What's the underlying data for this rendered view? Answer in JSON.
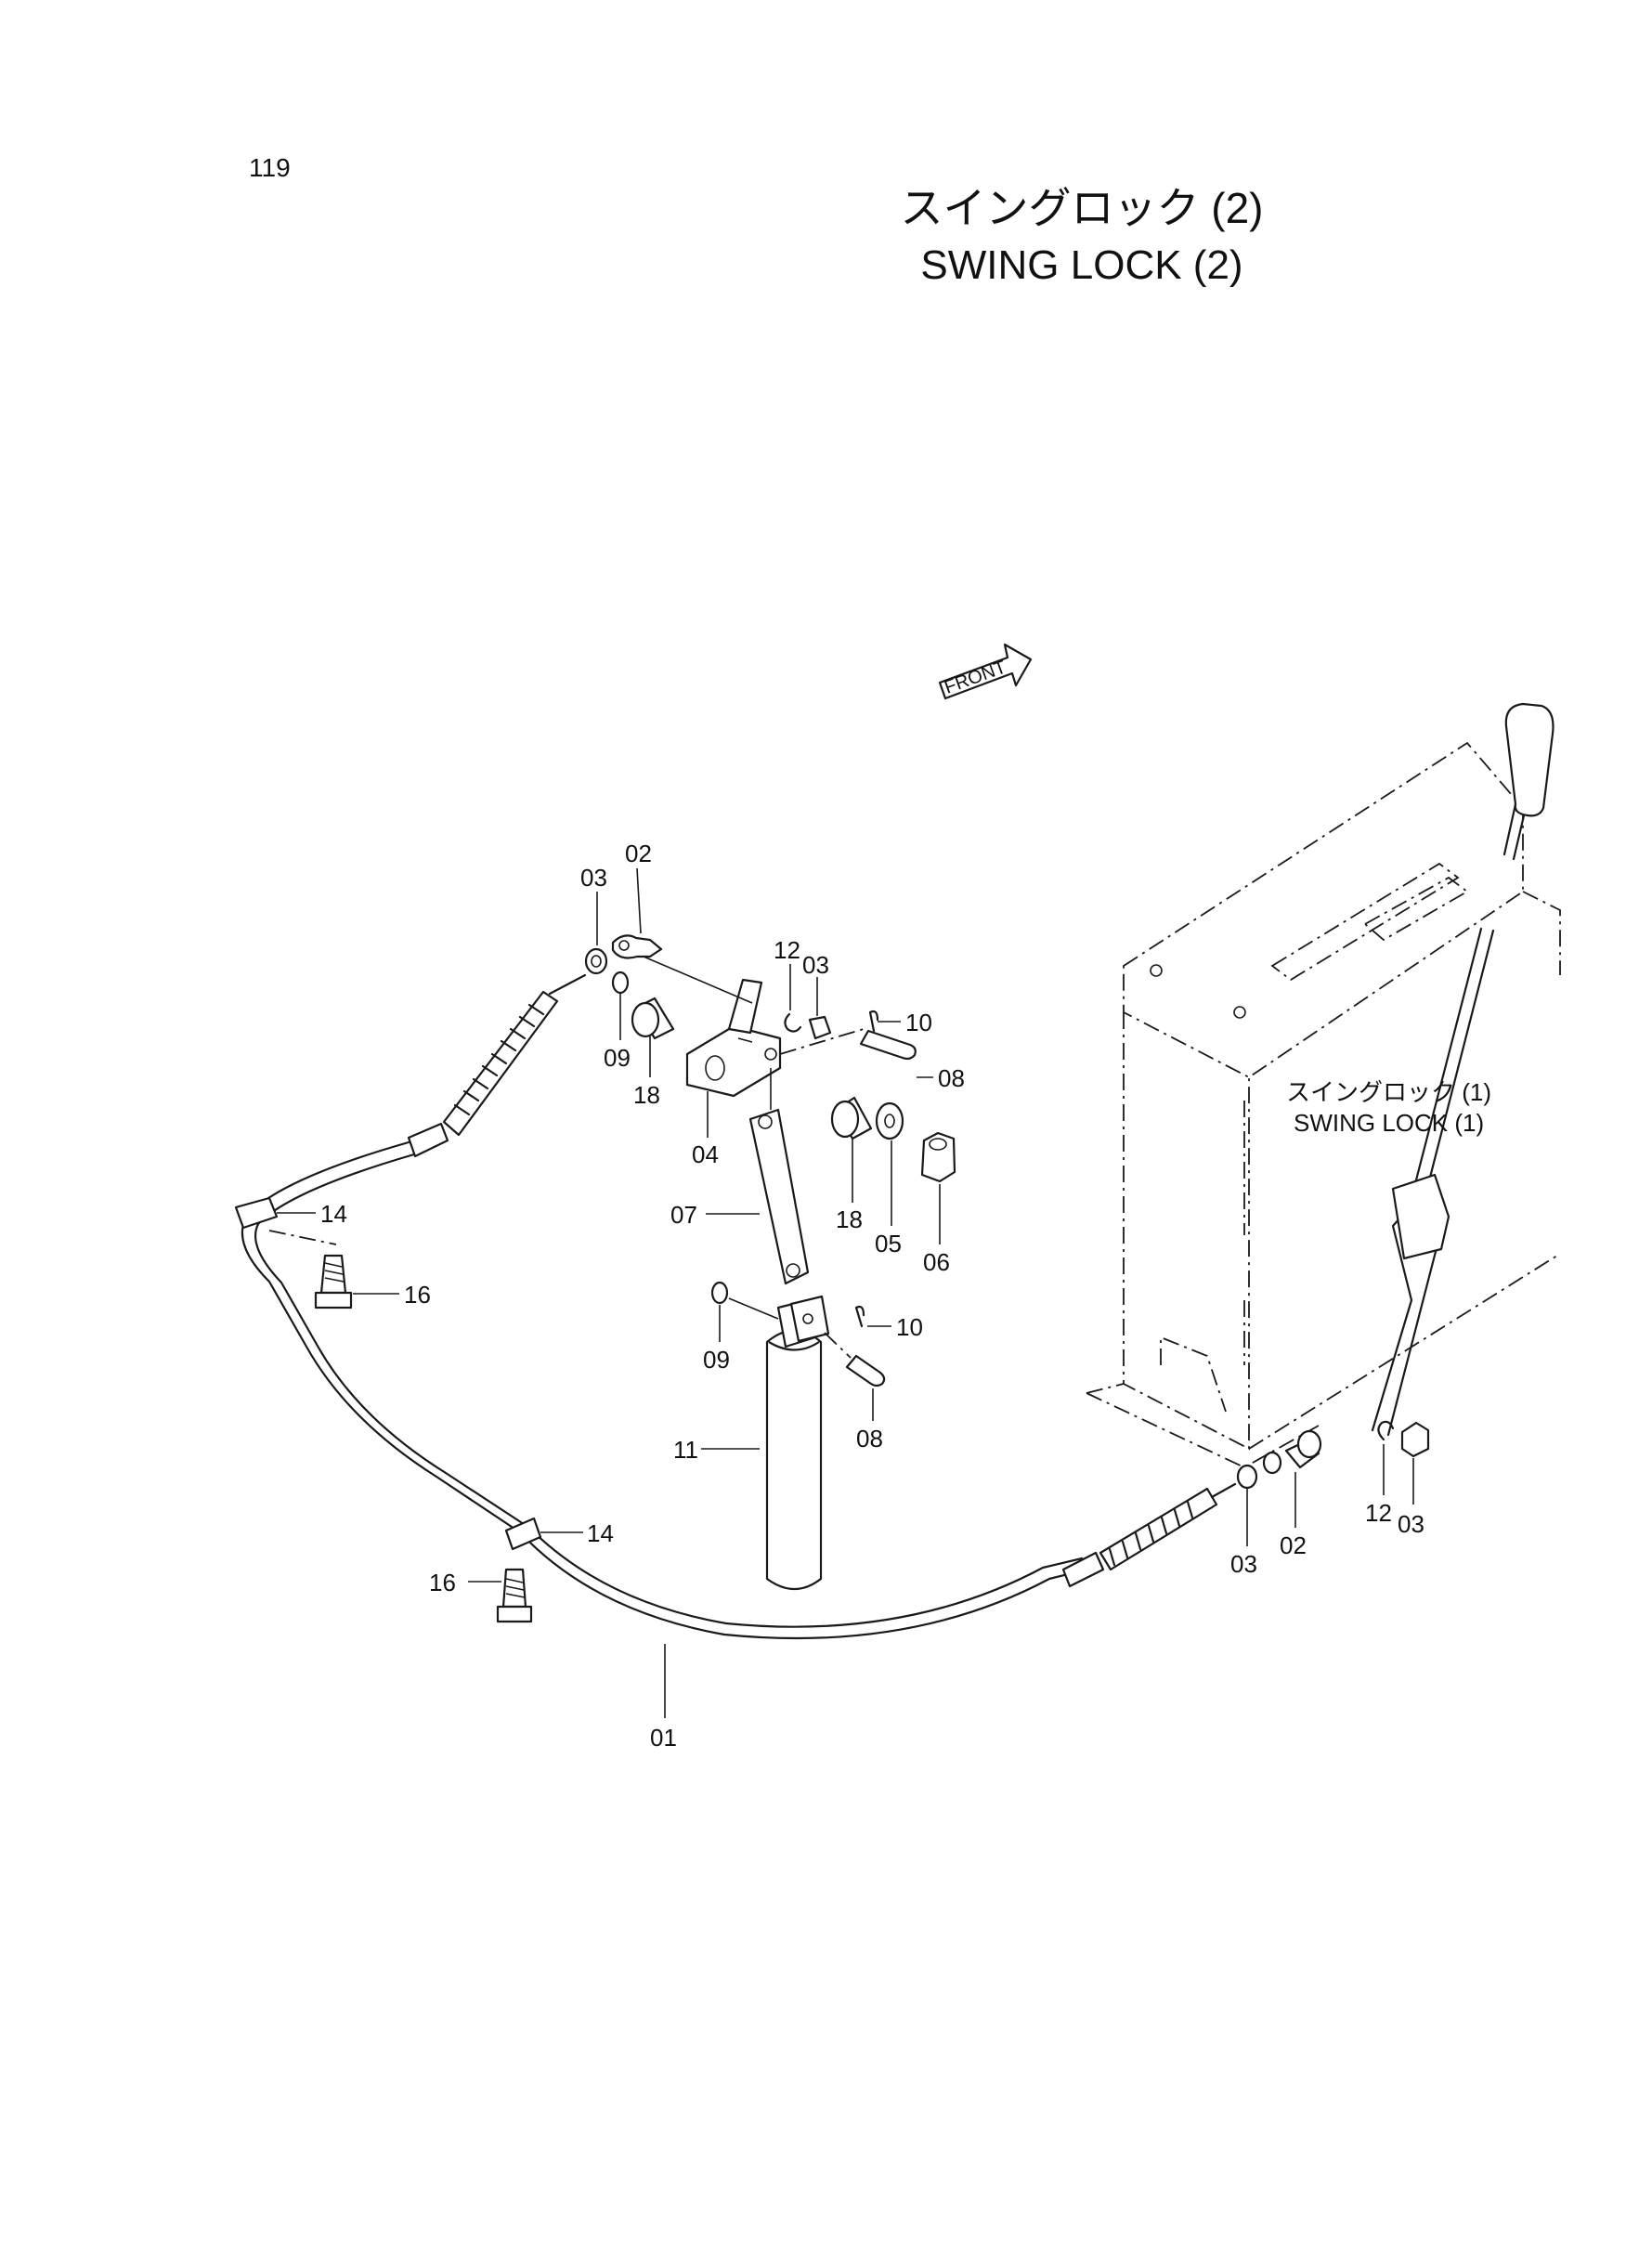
{
  "page_number": "119",
  "title_ja": "スイングロック (2)",
  "title_en": "SWING LOCK (2)",
  "front_arrow_label": "FRONT",
  "console_label_ja": "スイングロック (1)",
  "console_label_en": "SWING LOCK (1)",
  "callouts": {
    "c01": "01",
    "c02a": "02",
    "c02b": "02",
    "c03a": "03",
    "c03b": "03",
    "c03c": "03",
    "c03d": "03",
    "c04": "04",
    "c05": "05",
    "c06": "06",
    "c07": "07",
    "c08a": "08",
    "c08b": "08",
    "c09a": "09",
    "c09b": "09",
    "c10a": "10",
    "c10b": "10",
    "c11": "11",
    "c12a": "12",
    "c12b": "12",
    "c14a": "14",
    "c14b": "14",
    "c16a": "16",
    "c16b": "16",
    "c18a": "18",
    "c18b": "18"
  }
}
